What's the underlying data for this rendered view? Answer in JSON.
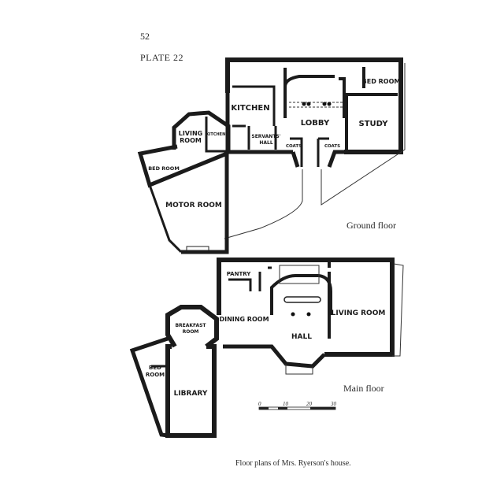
{
  "page": {
    "page_number": "52",
    "plate": "PLATE 22",
    "caption": "Floor plans of Mrs. Ryerson's house."
  },
  "ground_floor": {
    "title": "Ground floor",
    "rooms": {
      "bed_room": "BED ROOM",
      "kitchen": "KITCHEN",
      "lobby": "LOBBY",
      "study": "STUDY",
      "living_room_1": "LIVING",
      "living_room_2": "ROOM",
      "small_kitchen": "KITCHEN",
      "servants_hall_1": "SERVANTS'",
      "servants_hall_2": "HALL",
      "coats_left": "COATS",
      "coats_right": "COATS",
      "wing_bed_room": "BED ROOM",
      "motor_room": "MOTOR ROOM"
    }
  },
  "main_floor": {
    "title": "Main floor",
    "rooms": {
      "pantry": "PANTRY",
      "dining_room": "DINING ROOM",
      "hall": "HALL",
      "living_room": "LIVING ROOM",
      "breakfast_room_1": "BREAKFAST",
      "breakfast_room_2": "ROOM",
      "bed_room_1": "BED",
      "bed_room_2": "ROOM",
      "library": "LIBRARY"
    }
  },
  "scale_bar": {
    "labels": [
      "0",
      "10",
      "20",
      "30"
    ]
  }
}
